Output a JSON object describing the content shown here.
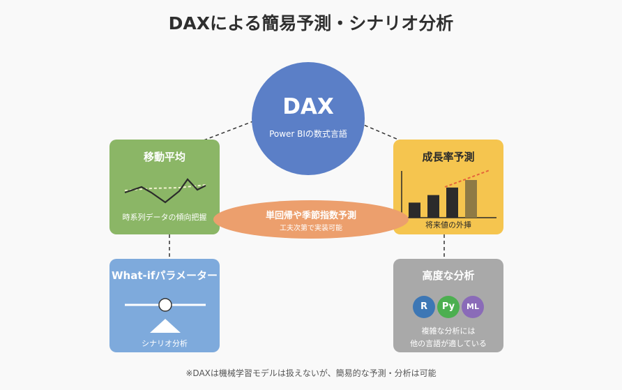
{
  "title": "DAXによる簡易予測・シナリオ分析",
  "dax": {
    "label": "DAX",
    "subtitle": "Power BIの数式言語"
  },
  "moving_average": {
    "title": "移動平均",
    "caption": "時系列データの傾向把握"
  },
  "growth_rate": {
    "title": "成長率予測",
    "caption": "将来値の外挿",
    "bar_values": [
      2,
      3,
      4,
      5
    ]
  },
  "regression": {
    "title": "単回帰や季節指数予測",
    "caption": "工夫次第で実装可能"
  },
  "what_if": {
    "title": "What-ifパラメーター",
    "caption": "シナリオ分析",
    "slider_value": 0.5
  },
  "advanced": {
    "title": "高度な分析",
    "badges": [
      "R",
      "Py",
      "ML"
    ],
    "caption_line1": "複雑な分析には",
    "caption_line2": "他の言語が適している"
  },
  "footnote": "※DAXは機械学習モデルは扱えないが、簡易的な予測・分析は可能",
  "colors": {
    "dax_blue": "#5b7fc7",
    "green": "#8bb666",
    "yellow": "#f5c54f",
    "light_blue": "#7eaadc",
    "gray": "#a9a9a9",
    "orange": "#ec9f6d",
    "badge_r": "#3d77b5",
    "badge_py": "#4caf50",
    "badge_ml": "#8a6bb8"
  }
}
